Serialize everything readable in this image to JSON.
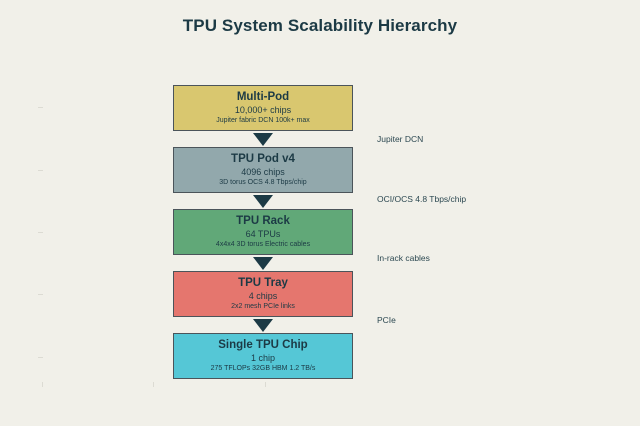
{
  "title": "TPU System Scalability Hierarchy",
  "palette": {
    "background": "#f1f0e9",
    "text": "#1c3a45",
    "box_border": "#4b545a",
    "arrow": "#1c3a45"
  },
  "levels": [
    {
      "name": "Multi-Pod",
      "capacity": "10,000+ chips",
      "detail": "Jupiter fabric DCN 100k+ max",
      "fill": "#d9c76f"
    },
    {
      "name": "TPU Pod v4",
      "capacity": "4096 chips",
      "detail": "3D torus OCS 4.8 Tbps/chip",
      "fill": "#92a8ac"
    },
    {
      "name": "TPU Rack",
      "capacity": "64 TPUs",
      "detail": "4x4x4 3D torus Electric cables",
      "fill": "#61a878"
    },
    {
      "name": "TPU Tray",
      "capacity": "4 chips",
      "detail": "2x2 mesh PCIe links",
      "fill": "#e5766e"
    },
    {
      "name": "Single TPU Chip",
      "capacity": "1 chip",
      "detail": "275 TFLOPs 32GB HBM 1.2 TB/s",
      "fill": "#55c7d6"
    }
  ],
  "links": [
    {
      "label": "Jupiter DCN"
    },
    {
      "label": "OCI/OCS 4.8 Tbps/chip"
    },
    {
      "label": "In-rack cables"
    },
    {
      "label": "PCIe"
    }
  ]
}
